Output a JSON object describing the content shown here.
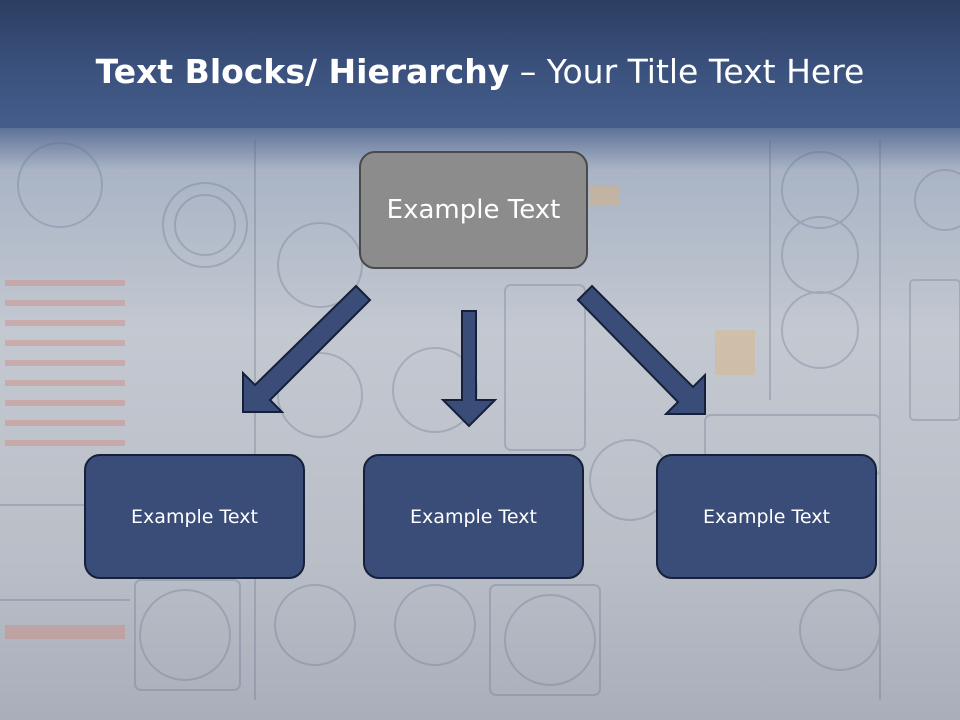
{
  "slide": {
    "title_bold": "Text Blocks/ Hierarchy",
    "title_sep": " – ",
    "title_rest": "Your Title Text Here"
  },
  "hierarchy": {
    "top": {
      "label": "Example Text"
    },
    "children": [
      {
        "label": "Example Text"
      },
      {
        "label": "Example Text"
      },
      {
        "label": "Example Text"
      }
    ]
  },
  "colors": {
    "title_band": "#3b527e",
    "top_box_fill": "#8c8c8c",
    "child_box_fill": "#3a4d78",
    "arrow_fill": "#3a4d78"
  }
}
